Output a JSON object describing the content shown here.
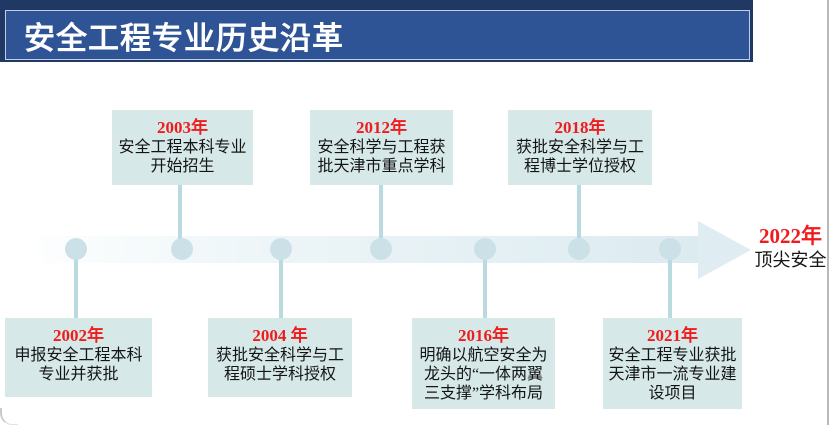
{
  "slide": {
    "title": "安全工程专业历史沿革"
  },
  "timeline": {
    "events": [
      {
        "year": "2002年",
        "side": "below",
        "lines": [
          "申报安全工程本科",
          "专业并获批"
        ]
      },
      {
        "year": "2003年",
        "side": "above",
        "lines": [
          "安全工程本科专业",
          "开始招生"
        ]
      },
      {
        "year": "2004 年",
        "side": "below",
        "lines": [
          "获批安全科学与工",
          "程硕士学科授权"
        ]
      },
      {
        "year": "2012年",
        "side": "above",
        "lines": [
          "安全科学与工程获",
          "批天津市重点学科"
        ]
      },
      {
        "year": "2016年",
        "side": "below",
        "lines": [
          "明确以航空安全为",
          "龙头的“一体两翼",
          "三支撑”学科布局"
        ]
      },
      {
        "year": "2018年",
        "side": "above",
        "lines": [
          "获批安全科学与工",
          "程博士学位授权"
        ]
      },
      {
        "year": "2021年",
        "side": "below",
        "lines": [
          "安全工程专业获批",
          "天津市一流专业建",
          "设项目"
        ]
      }
    ],
    "terminal": {
      "year": "2022年",
      "label": "顶尖安全"
    }
  },
  "colors": {
    "banner_dark": "#1F3864",
    "banner_blue": "#2F5496",
    "banner_outline": "#C3CCE4",
    "title_text": "#FFFFFF",
    "year_red": "#EE1C1C",
    "body_text": "#141414",
    "box_fill": "#D6E8E8",
    "bar_gradient_start": "#FDFEFE",
    "bar_gradient_end": "#DCEBF0",
    "arrow_fill": "#DFEDF2",
    "node_fill": "#CBE1E7",
    "stem": "#B9DADF"
  }
}
